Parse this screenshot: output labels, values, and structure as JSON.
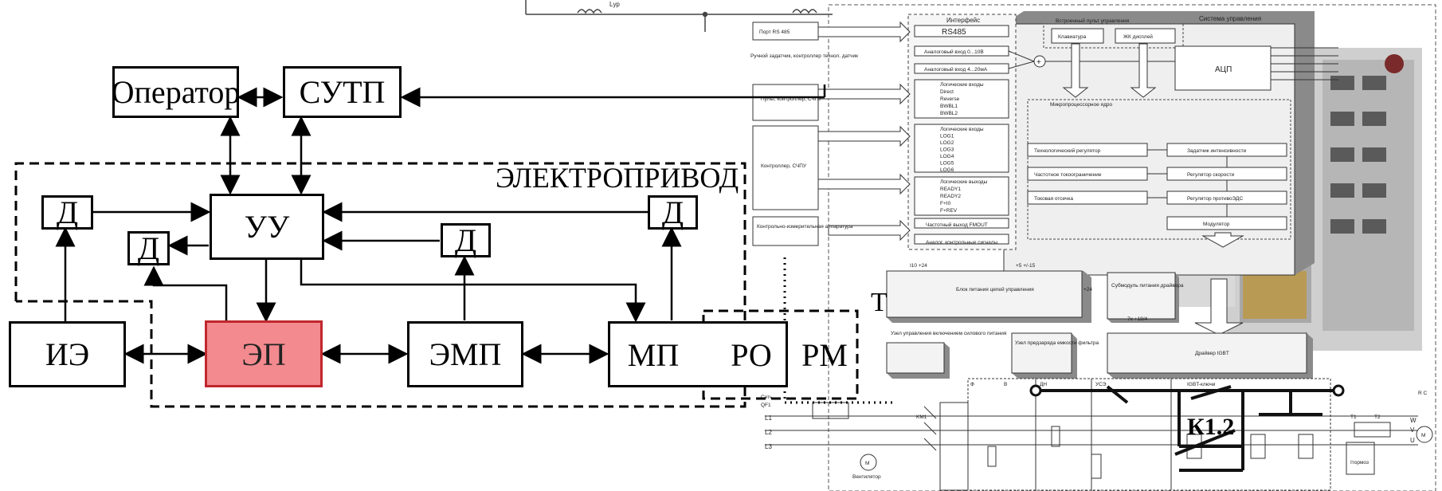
{
  "left_diagram": {
    "operator": "Оператор",
    "sutp": "СУТП",
    "uu": "УУ",
    "sensor": "Д",
    "ie": "ИЭ",
    "ep": "ЭП",
    "emp": "ЭМП",
    "mp": "МП",
    "ro": "РО",
    "rm": "РМ",
    "electric_drive": "ЭЛЕКТРОПРИВОД"
  },
  "right_schematic": {
    "top_label": "Lур",
    "interfaces": {
      "title": "Интерфейс",
      "rs485": "RS485",
      "analog_in_1": "Аналоговый вход 0...10В",
      "analog_in_2": "Аналоговый вход 4...20мА",
      "discrete_in": [
        "Логические входы",
        "Direct",
        "Reverse",
        "BWBL1",
        "BWBL2"
      ],
      "logic_in": [
        "Логические входы",
        "LOG1",
        "LOG2",
        "LOG3",
        "LOG4",
        "LOG5",
        "LOG6"
      ],
      "logic_out": [
        "Логические выходы",
        "READY1",
        "READY2",
        "F+I0",
        "F+REV"
      ],
      "freq_out": "Частотный выход FMOUT",
      "analog_out": "Аналог. контрольные сигналы"
    },
    "external": {
      "rs485_port": "Порт RS 485",
      "manual": "Ручной задатчик, контроллер технол. датчик",
      "remote": "Пульт, контроллер, СЧПУ",
      "controller": "Контроллер, СЧПУ",
      "measuring": "Контрольно-измерительная аппаратура"
    },
    "control_system": {
      "title": "Система управления",
      "panel": "Встроенный пульт управления",
      "keyboard": "Клавиатура",
      "lcd": "ЖК дисплей",
      "adc": "АЦП",
      "micro": "Микропроцессорное ядро",
      "tech_reg": "Технологический регулятор",
      "freq_limit": "Частотное токоограничение",
      "current_cutoff": "Токовая отсечка",
      "intensity": "Задатчик интенсивности",
      "speed_reg": "Регулятор скорости",
      "emf_reg": "Регулятор противоЭДС",
      "modulator": "Модулятор"
    },
    "power": {
      "supply": "Блок питания цепей управления",
      "driver_sub": "Субмодуль питания драйвера",
      "driver_igbt": "Драйвер IGBT",
      "contactor_node": "Узел управления включением силового питания",
      "precharge": "Узел предзаряда емкости фильтра",
      "network": "Сеть",
      "fan": "Вентилятор",
      "k12": "К1.2",
      "i10": "I10 +24",
      "v15": "+5 +/-15",
      "v24": "+24",
      "ch7": "7x +18/4"
    },
    "mains": [
      "L1",
      "L2",
      "L3"
    ],
    "motor_phases": [
      "W",
      "V",
      "U"
    ],
    "labels": {
      "qf1": "QF1",
      "km1": "KM1",
      "m": "M",
      "t1": "T1",
      "t2": "T2",
      "dn": "ДН",
      "ucs": "УСЭ",
      "igbt": "IGBT-ключи",
      "b": "В",
      "f": "Ф",
      "rc": "R C",
      "tt": "Т",
      "ibrake": "Iтормоз"
    }
  }
}
